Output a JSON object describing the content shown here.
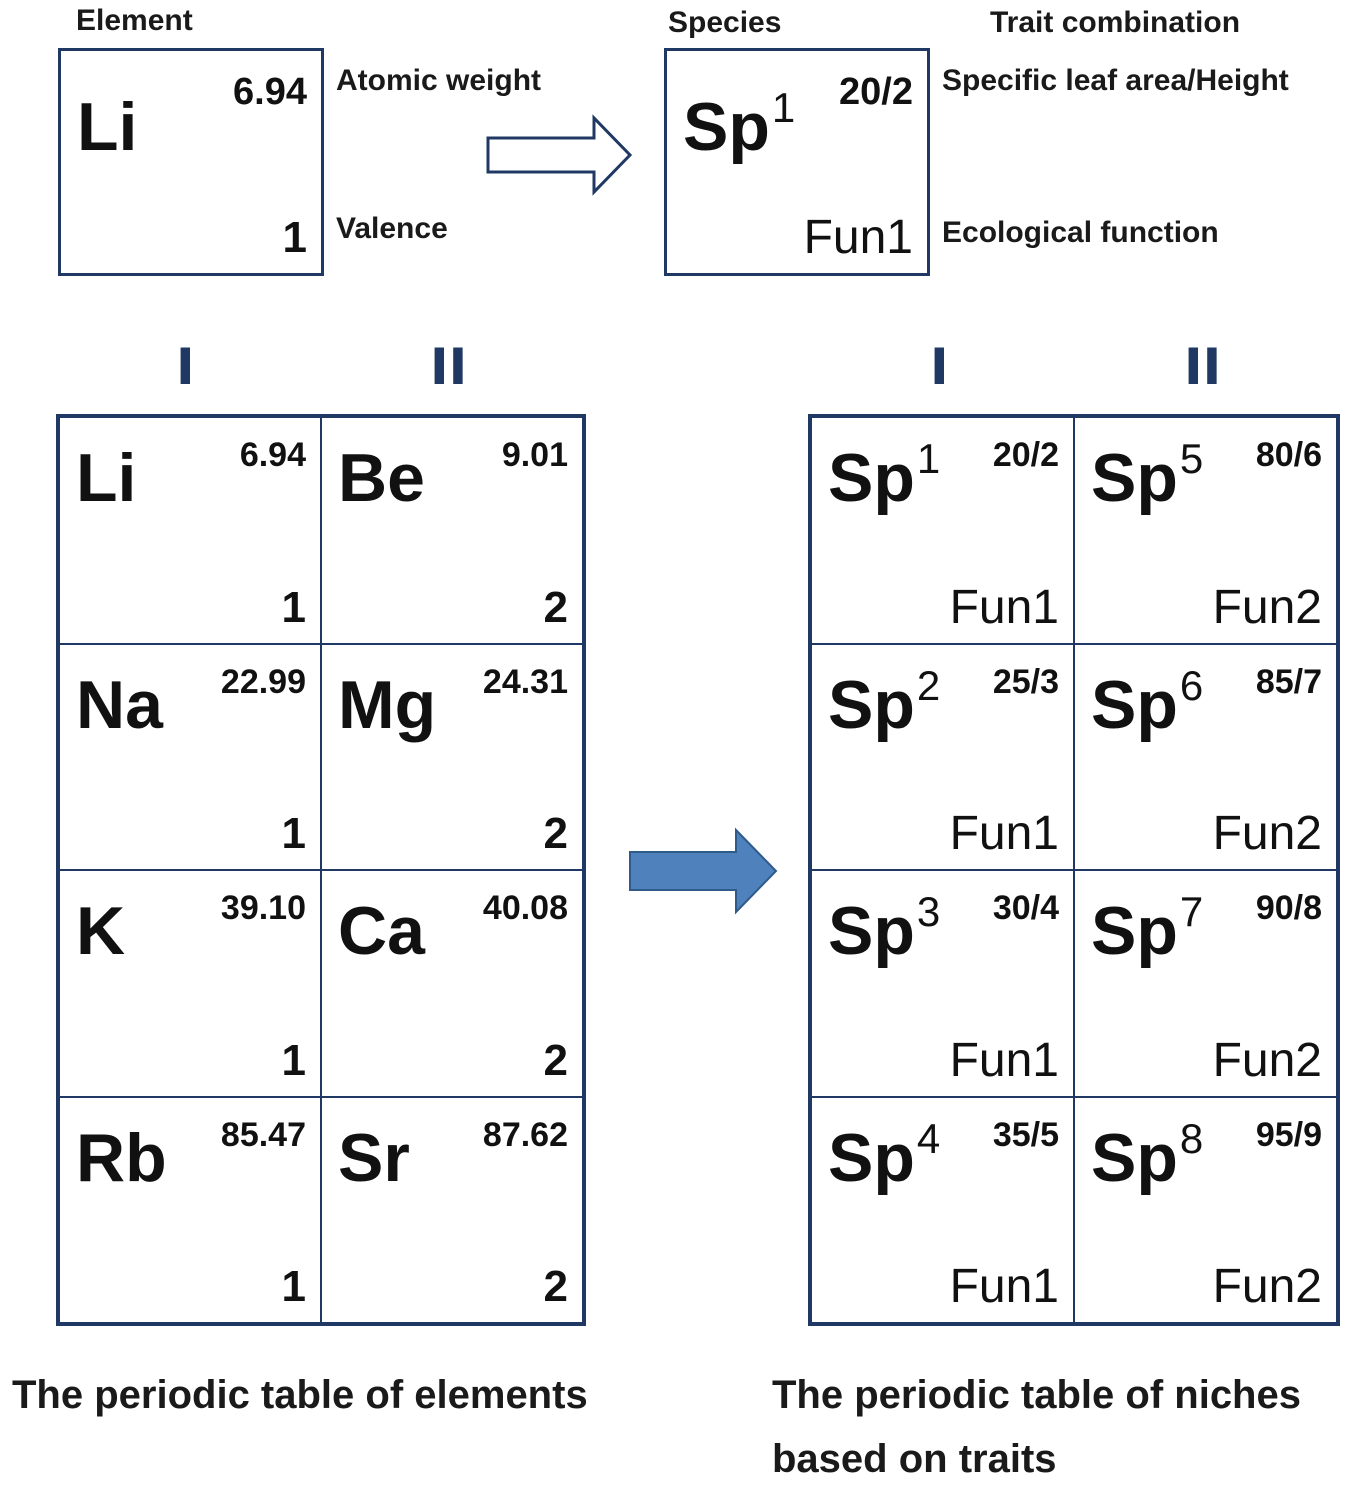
{
  "element_legend": {
    "header": "Element",
    "symbol": "Li",
    "weight": "6.94",
    "valence": "1",
    "weight_label": "Atomic weight",
    "valence_label": "Valence"
  },
  "species_legend": {
    "header": "Species",
    "header2": "Trait combination",
    "symbol": "Sp",
    "index": "1",
    "traits": "20/2",
    "function": "Fun1",
    "traits_label": "Specific leaf area/Height",
    "function_label": "Ecological function"
  },
  "groups": {
    "g1": "I",
    "g2": "II"
  },
  "elements_table": {
    "caption": "The periodic table of elements",
    "cells": [
      {
        "symbol": "Li",
        "weight": "6.94",
        "valence": "1"
      },
      {
        "symbol": "Be",
        "weight": "9.01",
        "valence": "2"
      },
      {
        "symbol": "Na",
        "weight": "22.99",
        "valence": "1"
      },
      {
        "symbol": "Mg",
        "weight": "24.31",
        "valence": "2"
      },
      {
        "symbol": "K",
        "weight": "39.10",
        "valence": "1"
      },
      {
        "symbol": "Ca",
        "weight": "40.08",
        "valence": "2"
      },
      {
        "symbol": "Rb",
        "weight": "85.47",
        "valence": "1"
      },
      {
        "symbol": "Sr",
        "weight": "87.62",
        "valence": "2"
      }
    ]
  },
  "niches_table": {
    "caption_line1": "The periodic table of niches",
    "caption_line2": "based on traits",
    "cells": [
      {
        "symbol": "Sp",
        "index": "1",
        "traits": "20/2",
        "function": "Fun1"
      },
      {
        "symbol": "Sp",
        "index": "5",
        "traits": "80/6",
        "function": "Fun2"
      },
      {
        "symbol": "Sp",
        "index": "2",
        "traits": "25/3",
        "function": "Fun1"
      },
      {
        "symbol": "Sp",
        "index": "6",
        "traits": "85/7",
        "function": "Fun2"
      },
      {
        "symbol": "Sp",
        "index": "3",
        "traits": "30/4",
        "function": "Fun1"
      },
      {
        "symbol": "Sp",
        "index": "7",
        "traits": "90/8",
        "function": "Fun2"
      },
      {
        "symbol": "Sp",
        "index": "4",
        "traits": "35/5",
        "function": "Fun1"
      },
      {
        "symbol": "Sp",
        "index": "8",
        "traits": "95/9",
        "function": "Fun2"
      }
    ]
  },
  "colors": {
    "border": "#1f3864",
    "arrow_fill": "#4f81bd",
    "arrow_stroke": "#2e5b8a"
  }
}
